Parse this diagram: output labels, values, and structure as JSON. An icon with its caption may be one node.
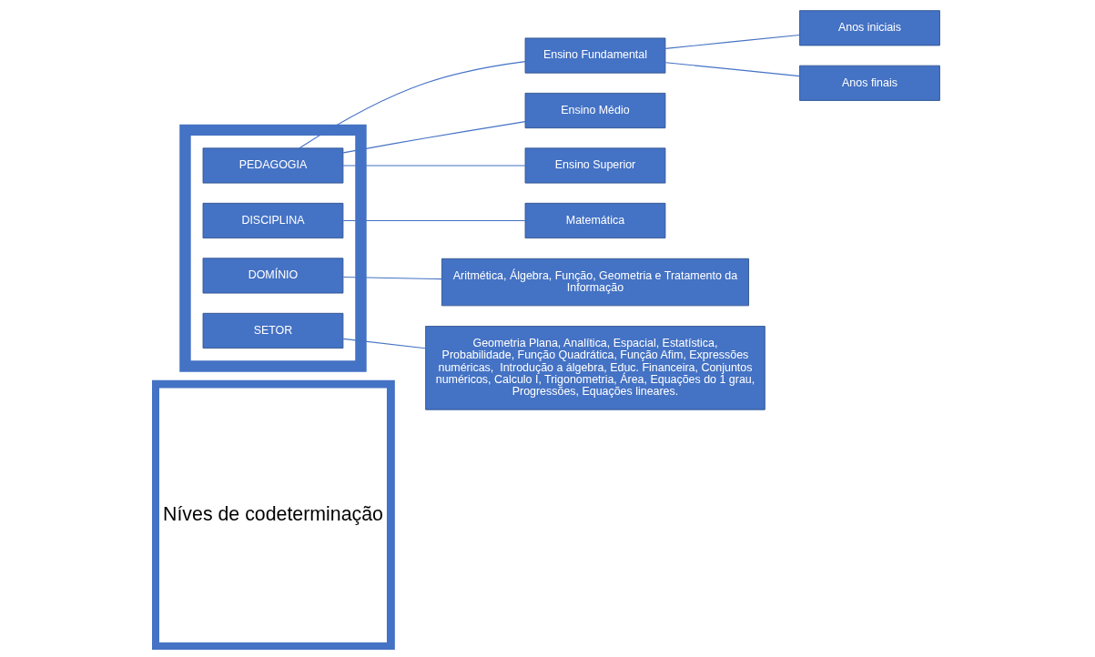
{
  "diagram": {
    "nodes": [
      {
        "text": [
          "Níves de codeterminação"
        ]
      },
      {
        "text": [],
        "shape": "box"
      },
      {
        "text": [
          "PEDAGOGIA"
        ],
        "in": 1
      },
      {
        "text": [
          "DISCIPLINA"
        ],
        "in": 1
      },
      {
        "text": [
          "DOMÍNIO"
        ],
        "in": 1
      },
      {
        "text": [
          "SETOR"
        ],
        "in": 1
      },
      {
        "text": [
          "Ensino Fundamental"
        ]
      },
      {
        "text": [
          "Ensino Médio"
        ]
      },
      {
        "text": [
          "Ensino Superior"
        ]
      },
      {
        "text": [
          "Matemática"
        ]
      },
      {
        "text": [
          "Aritmética, Álgebra, Função, Geometria e Tratamento da Informação"
        ]
      },
      {
        "text": [
          "Geometria Plana, Analítica, Espacial, Estatística, Probabilidade, Função Quadrática, Função Afim, Expressões numéricas,  Introdução a álgebra, Educ. Financeira, Conjuntos numéricos, Calculo I, Trigonometria, Área, Equações do 1 grau, Progressões, Equações lineares."
        ]
      },
      {
        "text": [
          "Anos iniciais"
        ]
      },
      {
        "text": [
          "Anos finais"
        ]
      }
    ],
    "edges": [
      {
        "from": 2,
        "to": 6,
        "arrow": "none"
      },
      {
        "from": 2,
        "to": 7,
        "arrow": "none"
      },
      {
        "from": 2,
        "to": 8,
        "arrow": "none"
      },
      {
        "from": 3,
        "to": 9,
        "arrow": "none"
      },
      {
        "from": 4,
        "to": 10,
        "arrow": "none"
      },
      {
        "from": 5,
        "to": 11,
        "arrow": "none"
      },
      {
        "from": 6,
        "to": 12,
        "arrow": "none"
      },
      {
        "from": 6,
        "to": 13,
        "arrow": "none"
      }
    ]
  }
}
